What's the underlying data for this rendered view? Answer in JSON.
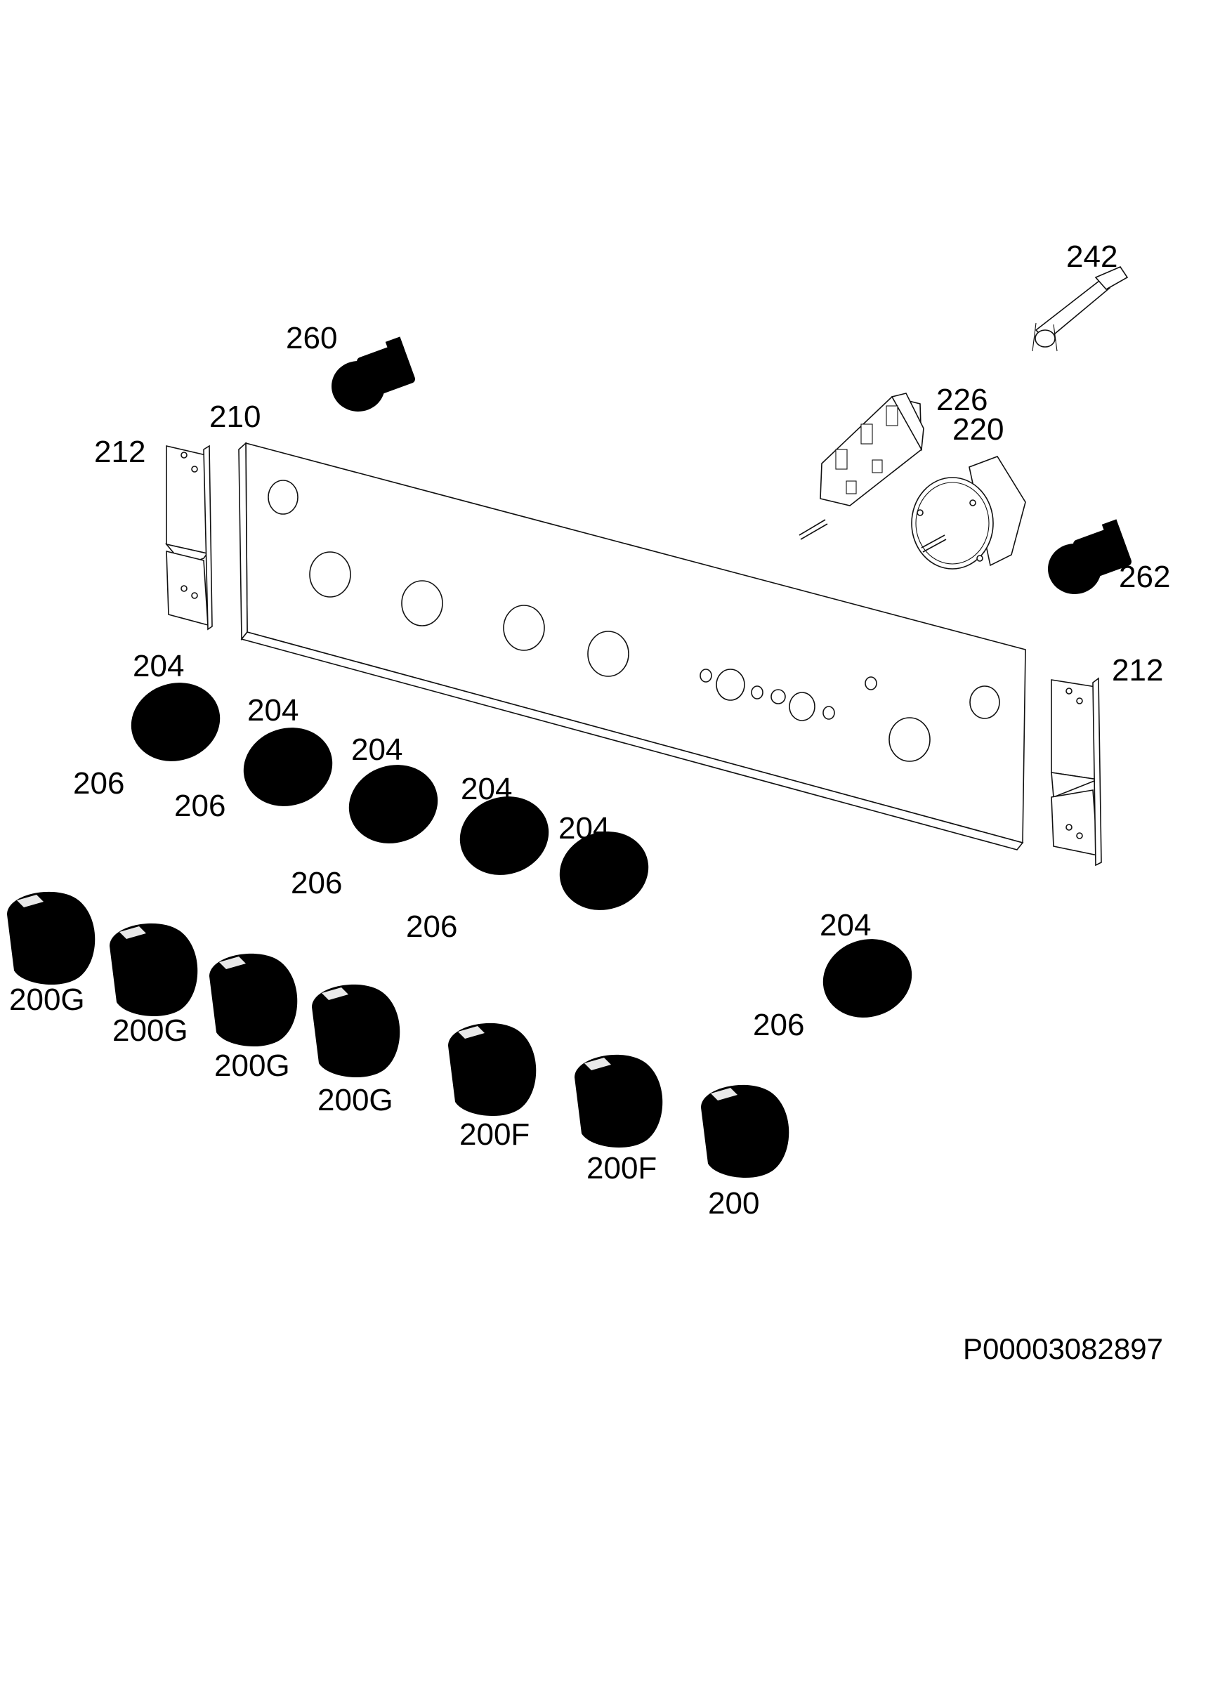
{
  "diagram": {
    "document_id": "P00003082897",
    "callouts": {
      "c242": "242",
      "c260": "260",
      "c226": "226",
      "c220": "220",
      "c210": "210",
      "c212_left": "212",
      "c262": "262",
      "c212_right": "212",
      "c204_1": "204",
      "c204_2": "204",
      "c204_3": "204",
      "c204_4": "204",
      "c204_5": "204",
      "c204_6": "204",
      "c206_1": "206",
      "c206_2": "206",
      "c206_3": "206",
      "c206_4": "206",
      "c206_5": "206",
      "c200G_1": "200G",
      "c200G_2": "200G",
      "c200G_3": "200G",
      "c200G_4": "200G",
      "c200F_1": "200F",
      "c200F_2": "200F",
      "c200": "200"
    }
  }
}
